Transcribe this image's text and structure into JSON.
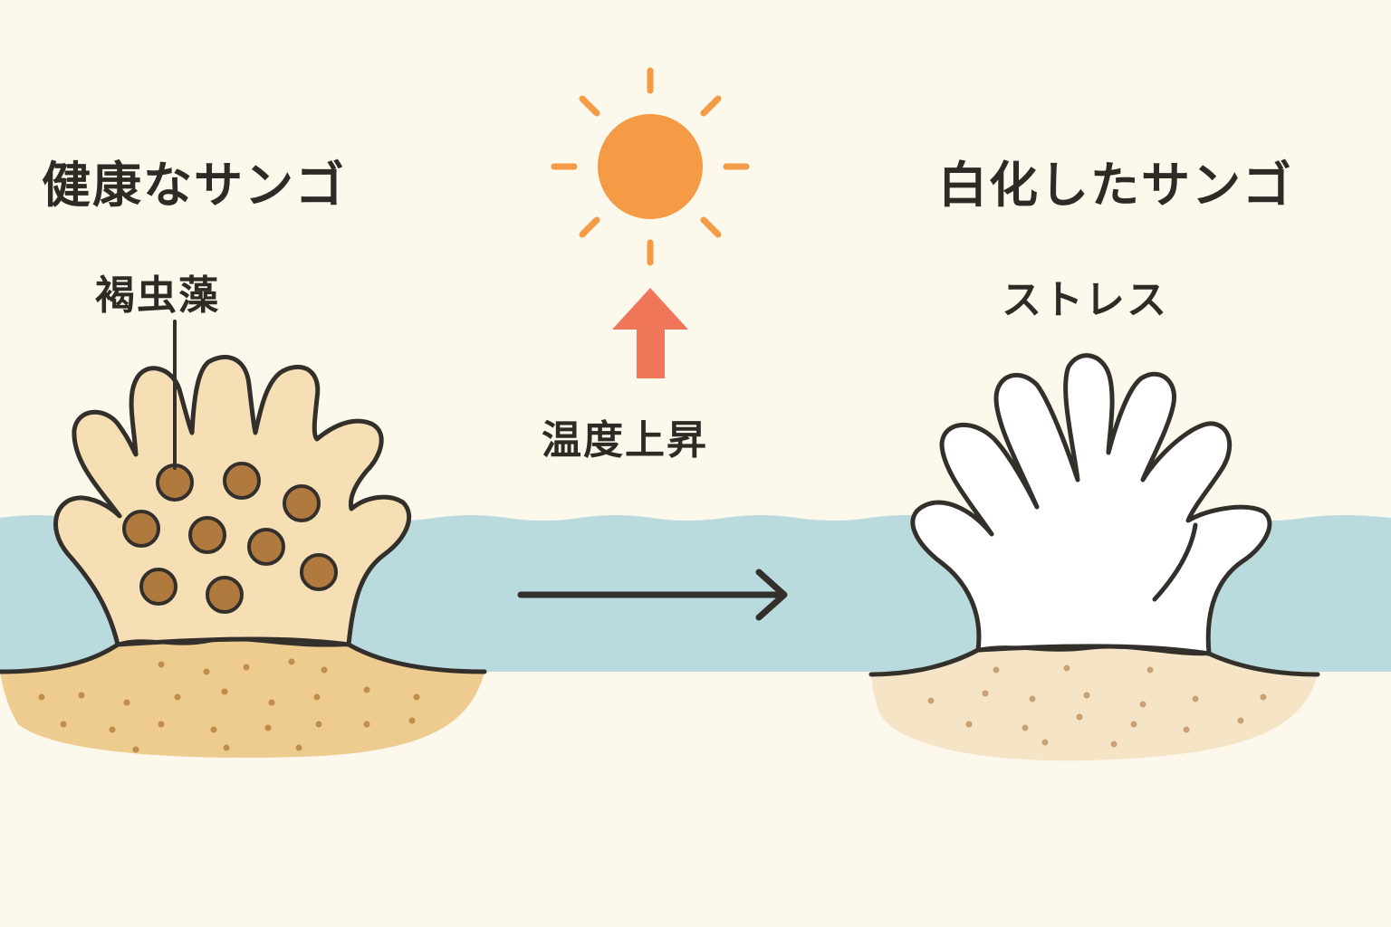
{
  "labels": {
    "healthy_title": "健康なサンゴ",
    "zooxanthellae": "褐虫藻",
    "temperature_rise": "温度上昇",
    "bleached_title": "白化したサンゴ",
    "stress": "ストレス"
  },
  "colors": {
    "background": "#fdf8ec",
    "water": "#b9dbde",
    "sand": "#eecb8f",
    "sand_pale": "#f6e4c6",
    "healthy_coral": "#f6dfb5",
    "bleached_coral": "#ffffff",
    "zooxanthellae_dot": "#b07a3f",
    "sun": "#f59a45",
    "heat_arrow": "#f0765a",
    "outline": "#33302c"
  },
  "icons": {
    "sun": "sun-icon",
    "heat_arrow": "up-arrow-icon",
    "process_arrow": "right-arrow-icon"
  }
}
